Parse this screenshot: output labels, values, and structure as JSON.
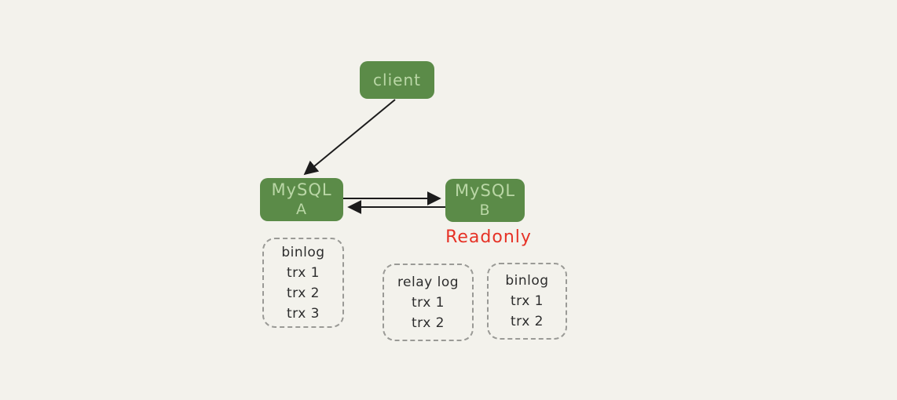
{
  "diagram": {
    "title_hint": "MySQL primary-secondary replication sketch",
    "colors": {
      "background": "#f3f2ec",
      "node_fill": "#5b8b48",
      "node_text": "#bad7a6",
      "arrow": "#1c1c1c",
      "readonly_text": "#e63226",
      "dashed_border": "#9a9a96",
      "log_text": "#2d2d2d"
    },
    "nodes": {
      "client": {
        "label": "client"
      },
      "mysql_a": {
        "name": "MySQL",
        "suffix": "A"
      },
      "mysql_b": {
        "name": "MySQL",
        "suffix": "B"
      }
    },
    "annotations": {
      "readonly": "Readonly"
    },
    "logs": {
      "binlog_a": {
        "title": "binlog",
        "entries": [
          "trx 1",
          "trx 2",
          "trx 3"
        ]
      },
      "relay_log_b": {
        "title": "relay log",
        "entries": [
          "trx 1",
          "trx 2"
        ]
      },
      "binlog_b": {
        "title": "binlog",
        "entries": [
          "trx 1",
          "trx 2"
        ]
      }
    },
    "edges": [
      {
        "from": "client",
        "to": "mysql_a"
      },
      {
        "from": "mysql_a",
        "to": "mysql_b"
      },
      {
        "from": "mysql_b",
        "to": "mysql_a"
      }
    ]
  }
}
